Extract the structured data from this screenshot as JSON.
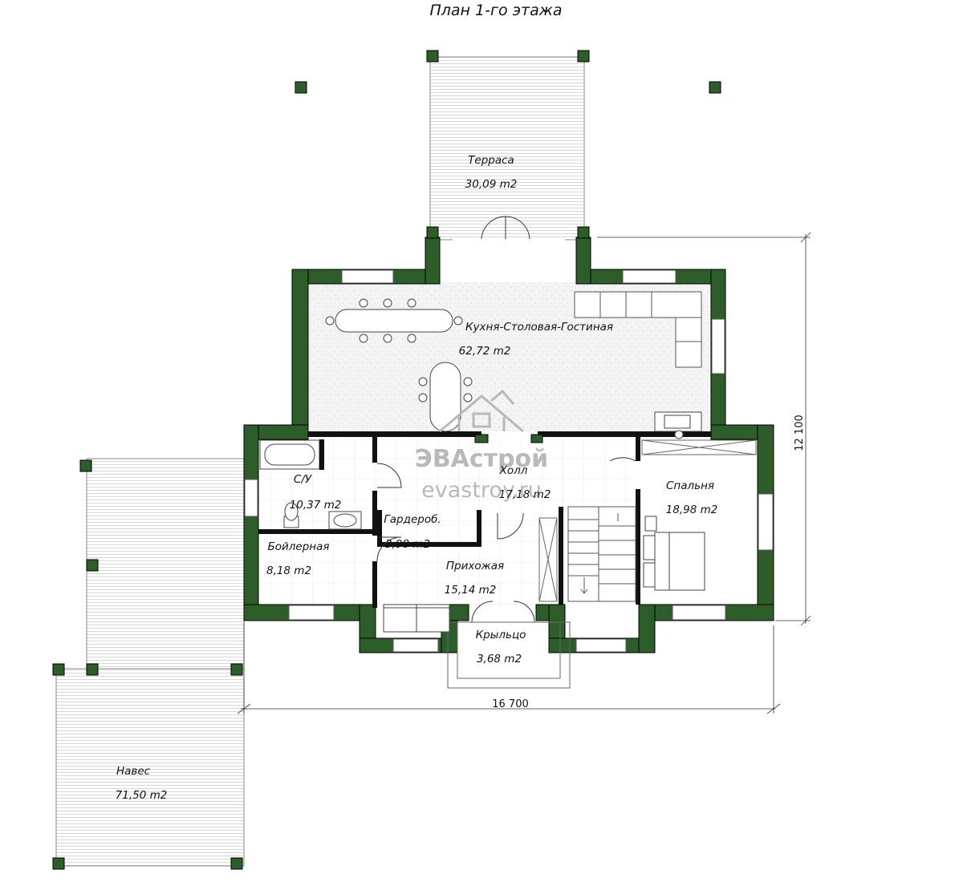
{
  "title": "План 1-го этажа",
  "colors": {
    "wall": "#2d5e2a",
    "wall_outline": "#000000",
    "floor_tile": "#e6e6e6",
    "deck_line": "#c9c9c9",
    "watermark": "#b9b9b9"
  },
  "rooms": {
    "terrace": {
      "name": "Терраса",
      "area": "30,09 m2"
    },
    "living": {
      "name": "Кухня-Столовая-Гостиная",
      "area": "62,72 m2"
    },
    "bathroom": {
      "name": "С/У",
      "area": "10,37 m2"
    },
    "hall": {
      "name": "Холл",
      "area": "17,18 m2"
    },
    "bedroom": {
      "name": "Спальня",
      "area": "18,98 m2"
    },
    "wardrobe": {
      "name": "Гардероб.",
      "area": "3,98 m2"
    },
    "boiler": {
      "name": "Бойлерная",
      "area": "8,18 m2"
    },
    "entrance": {
      "name": "Прихожая",
      "area": "15,14 m2"
    },
    "porch": {
      "name": "Крыльцо",
      "area": "3,68 m2"
    },
    "canopy": {
      "name": "Навес",
      "area": "71,50 m2"
    }
  },
  "dimensions": {
    "width": "16 700",
    "depth": "12 100"
  },
  "watermark": {
    "brand": "ЭВАстрой",
    "site": "evastroy.ru"
  },
  "icons": [
    "house-logo-icon",
    "bathtub-icon",
    "toilet-icon",
    "sink-icon",
    "bed-icon",
    "sofa-icon",
    "dining-table-icon",
    "staircase-icon",
    "door-swing-icon"
  ]
}
